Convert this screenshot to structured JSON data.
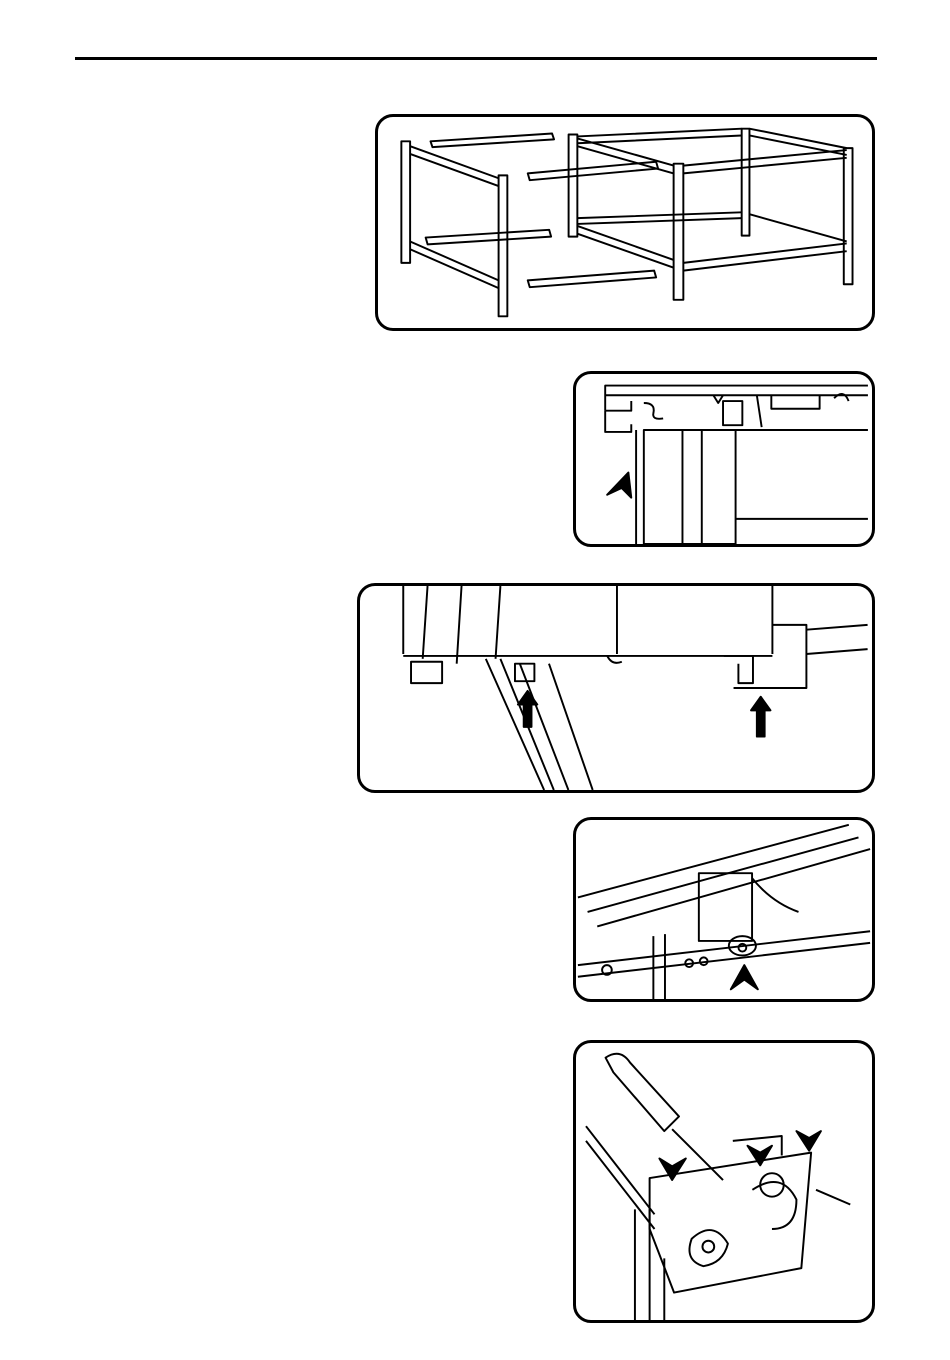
{
  "page": {
    "background": "#ffffff",
    "ink": "#000000"
  },
  "figures": [
    {
      "id": "frame-assembly",
      "icon": "table-frame-illustration"
    },
    {
      "id": "profile-section",
      "icon": "aluminium-profile-illustration",
      "arrows": 1
    },
    {
      "id": "rail-underside",
      "icon": "rail-underside-illustration",
      "arrows": 2
    },
    {
      "id": "roller-bracket",
      "icon": "roller-bracket-illustration",
      "arrows": 1
    },
    {
      "id": "lever-mechanism",
      "icon": "lever-mechanism-illustration",
      "arrows": 3
    }
  ]
}
